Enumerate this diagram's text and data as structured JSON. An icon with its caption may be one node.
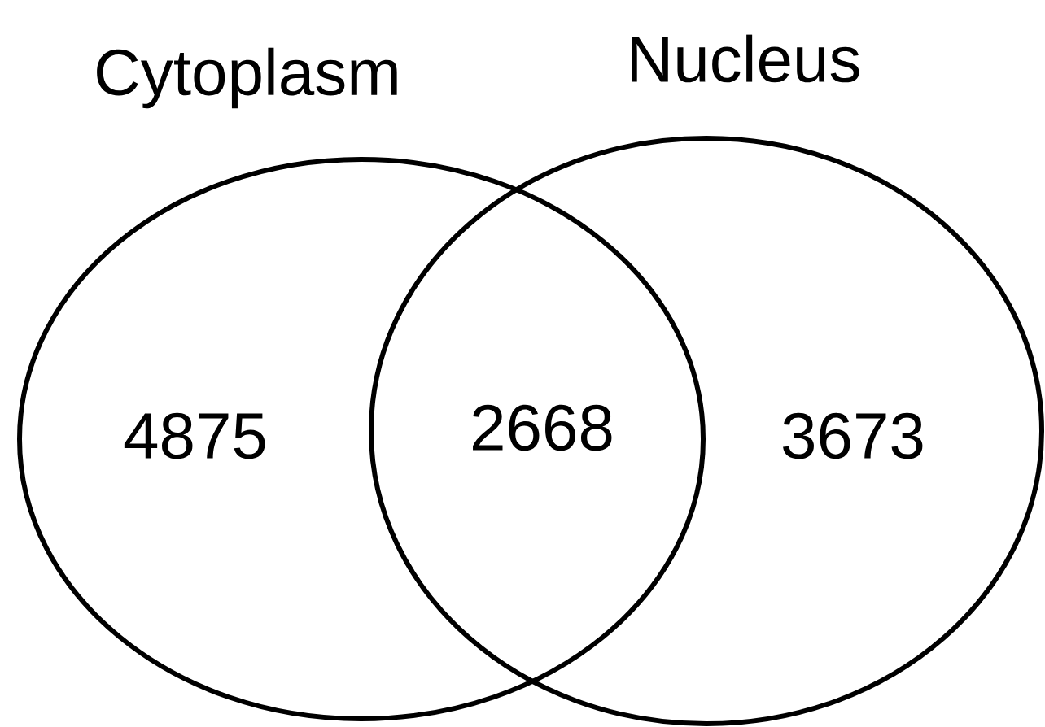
{
  "diagram": {
    "nodes": [
      {
        "text": [
          "Cytoplasm",
          "4875"
        ]
      },
      {
        "text": [
          "Nucleus",
          "3673"
        ]
      }
    ],
    "labels": [
      "2668"
    ]
  }
}
